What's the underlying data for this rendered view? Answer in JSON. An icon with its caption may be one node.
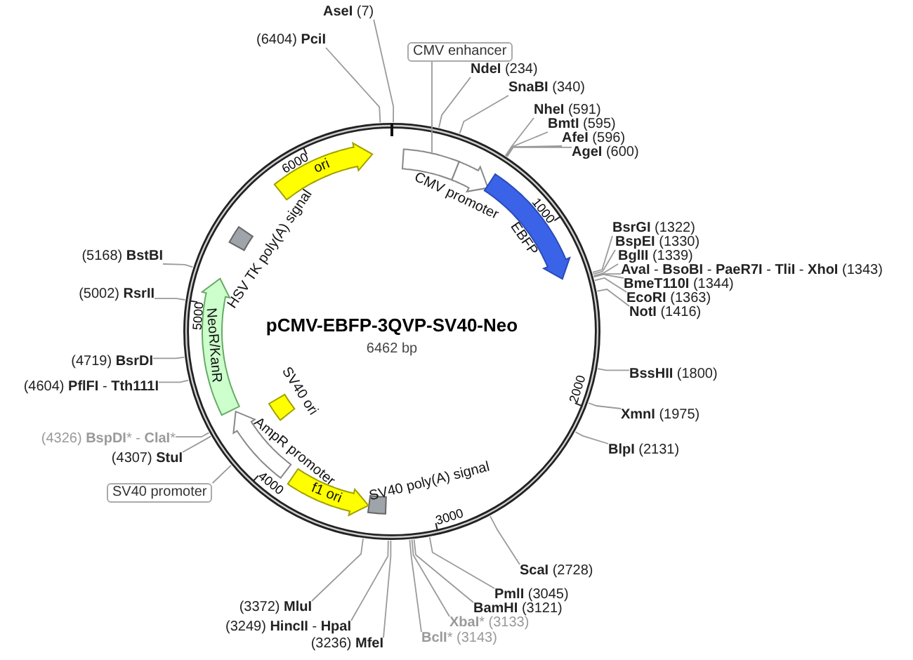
{
  "diagram": {
    "title": "pCMV-EBFP-3QVP-SV40-Neo",
    "nodes": [
      {
        "text": [
          "(6404) **PciI**"
        ]
      },
      {
        "text": [
          "**AseI** (7)"
        ]
      },
      {
        "text": [
          "CMV enhancer"
        ]
      },
      {
        "text": [
          "**NdeI** (234)"
        ]
      },
      {
        "text": [
          "**SnaBI** (340)"
        ]
      },
      {
        "text": [
          "**NheI** (591)"
        ]
      },
      {
        "text": [
          "**BmtI** (595)"
        ]
      },
      {
        "text": [
          "**AfeI** (596)"
        ]
      },
      {
        "text": [
          "**AgeI** (600)"
        ]
      },
      {
        "text": [
          "**BsrGI** (1322)"
        ]
      },
      {
        "text": [
          "**BspEI** (1330)"
        ]
      },
      {
        "text": [
          "**BglII** (1339)"
        ]
      },
      {
        "text": [
          "**AvaI** - **BsoBI** - **PaeR7I** - **TliI** - **XhoI** (1343)"
        ]
      },
      {
        "text": [
          "**BmeT110I** (1344)"
        ]
      },
      {
        "text": [
          "**EcoRI** (1363)"
        ]
      },
      {
        "text": [
          "**NotI** (1416)"
        ]
      },
      {
        "text": [
          "**BssHII** (1800)"
        ]
      },
      {
        "text": [
          "**XmnI** (1975)"
        ]
      },
      {
        "text": [
          "**BlpI** (2131)"
        ]
      },
      {
        "text": [
          "**ScaI** (2728)"
        ]
      },
      {
        "text": [
          "**PmlI** (3045)"
        ]
      },
      {
        "text": [
          "**BamHI** (3121)"
        ]
      },
      {
        "text": [
          "**XbaI*** (3133)"
        ]
      },
      {
        "text": [
          "**BclI*** (3143)"
        ]
      },
      {
        "text": [
          "(3372) **MluI**"
        ]
      },
      {
        "text": [
          "(3249) **HincII** - **HpaI**"
        ]
      },
      {
        "text": [
          "(3236) **MfeI**"
        ]
      },
      {
        "text": [
          "SV40 promoter"
        ]
      },
      {
        "text": [
          "(4307) **StuI**"
        ]
      },
      {
        "text": [
          "(4326) **BspDI*** - **ClaI***"
        ]
      },
      {
        "text": [
          "(4604) **PflFI** - **Tth111I**"
        ]
      },
      {
        "text": [
          "(4719) **BsrDI**"
        ]
      },
      {
        "text": [
          "(5002) **RsrII**"
        ]
      },
      {
        "text": [
          "(5168) **BstBI**"
        ]
      },
      {
        "text": [],
        "shape": "box",
        "in": 44
      },
      {
        "text": [
          "CMV promoter"
        ],
        "in": 44
      },
      {
        "text": [
          "EBFP"
        ],
        "in": 44
      },
      {
        "text": [
          "SV40 poly(A) signal"
        ],
        "in": 44
      },
      {
        "text": [
          "f1 ori"
        ],
        "in": 44
      },
      {
        "text": [
          "AmpR promoter"
        ],
        "in": 44
      },
      {
        "text": [
          "SV40 ori"
        ],
        "in": 44
      },
      {
        "text": [
          "NeoR/KanR"
        ],
        "in": 44
      },
      {
        "text": [
          "HSV TK poly(A) signal"
        ],
        "in": 44
      },
      {
        "text": [
          "ori"
        ],
        "in": 44
      },
      {
        "text": [],
        "shape": "circle"
      }
    ],
    "edges": [
      {
        "from": 0,
        "to": 44,
        "arrow": "none"
      },
      {
        "from": 1,
        "to": 44,
        "arrow": "none"
      },
      {
        "from": 2,
        "to": 34,
        "arrow": "none"
      },
      {
        "from": 3,
        "to": 44,
        "arrow": "none"
      },
      {
        "from": 4,
        "to": 44,
        "arrow": "none"
      },
      {
        "from": 5,
        "to": 44,
        "arrow": "none"
      },
      {
        "from": 6,
        "to": 44,
        "arrow": "none"
      },
      {
        "from": 7,
        "to": 44,
        "arrow": "none"
      },
      {
        "from": 8,
        "to": 44,
        "arrow": "none"
      },
      {
        "from": 9,
        "to": 44,
        "arrow": "none"
      },
      {
        "from": 10,
        "to": 44,
        "arrow": "none"
      },
      {
        "from": 11,
        "to": 44,
        "arrow": "none"
      },
      {
        "from": 12,
        "to": 44,
        "arrow": "none"
      },
      {
        "from": 13,
        "to": 44,
        "arrow": "none"
      },
      {
        "from": 14,
        "to": 44,
        "arrow": "none"
      },
      {
        "from": 15,
        "to": 44,
        "arrow": "none"
      },
      {
        "from": 16,
        "to": 44,
        "arrow": "none"
      },
      {
        "from": 17,
        "to": 44,
        "arrow": "none"
      },
      {
        "from": 18,
        "to": 44,
        "arrow": "none"
      },
      {
        "from": 19,
        "to": 44,
        "arrow": "none"
      },
      {
        "from": 20,
        "to": 44,
        "arrow": "none"
      },
      {
        "from": 21,
        "to": 44,
        "arrow": "none"
      },
      {
        "from": 22,
        "to": 44,
        "arrow": "none"
      },
      {
        "from": 23,
        "to": 44,
        "arrow": "none"
      },
      {
        "from": 24,
        "to": 44,
        "arrow": "none"
      },
      {
        "from": 25,
        "to": 44,
        "arrow": "none"
      },
      {
        "from": 26,
        "to": 44,
        "arrow": "none"
      },
      {
        "from": 27,
        "to": 44,
        "arrow": "none"
      },
      {
        "from": 28,
        "to": 44,
        "arrow": "none"
      },
      {
        "from": 29,
        "to": 44,
        "arrow": "none"
      },
      {
        "from": 30,
        "to": 44,
        "arrow": "none"
      },
      {
        "from": 31,
        "to": 44,
        "arrow": "none"
      },
      {
        "from": 32,
        "to": 44,
        "arrow": "none"
      },
      {
        "from": 33,
        "to": 44,
        "arrow": "none"
      }
    ],
    "labels": [
      "6462 bp",
      "1000",
      "2000",
      "3000",
      "4000",
      "5000",
      "6000"
    ]
  }
}
